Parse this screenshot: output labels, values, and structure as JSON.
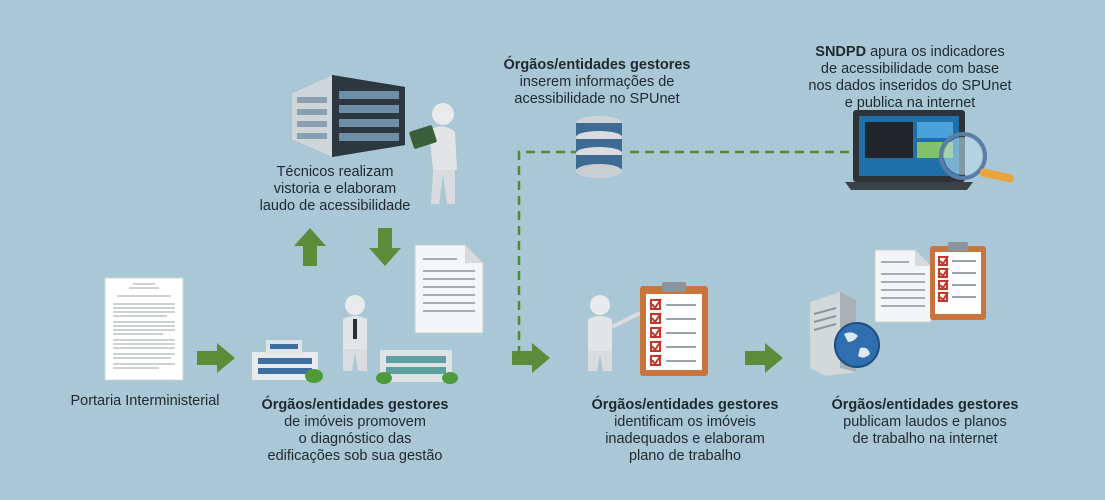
{
  "steps": {
    "portaria": {
      "lines": [
        "Portaria Interministerial"
      ]
    },
    "diagnostico": {
      "bold": "Órgãos/entidades gestores",
      "lines": [
        "de imóveis promovem",
        "o diagnóstico das",
        "edificações sob sua gestão"
      ]
    },
    "tecnicos": {
      "lines": [
        "Técnicos realizam",
        "vistoria e elaboram",
        "laudo de acessibilidade"
      ]
    },
    "spunet": {
      "bold": "Órgãos/entidades gestores",
      "lines": [
        "inserem informações de",
        "acessibilidade no SPUnet"
      ]
    },
    "sndpd": {
      "bold": "SNDPD",
      "first_rest": " apura os indicadores",
      "lines": [
        "de acessibilidade com base",
        "nos dados inseridos do SPUnet",
        "e publica na internet"
      ]
    },
    "plano": {
      "bold": "Órgãos/entidades gestores",
      "lines": [
        "identificam os imóveis",
        "inadequados e elaboram",
        "plano de trabalho"
      ]
    },
    "publicam": {
      "bold": "Órgãos/entidades gestores",
      "lines": [
        "publicam laudos e planos",
        "de trabalho na internet"
      ]
    }
  },
  "colors": {
    "background": "#a9c7d4",
    "arrow": "#5b8c3a",
    "dashed_line": "#4f8a34",
    "check": "#c0392b",
    "clipboard": "#c8743c"
  }
}
